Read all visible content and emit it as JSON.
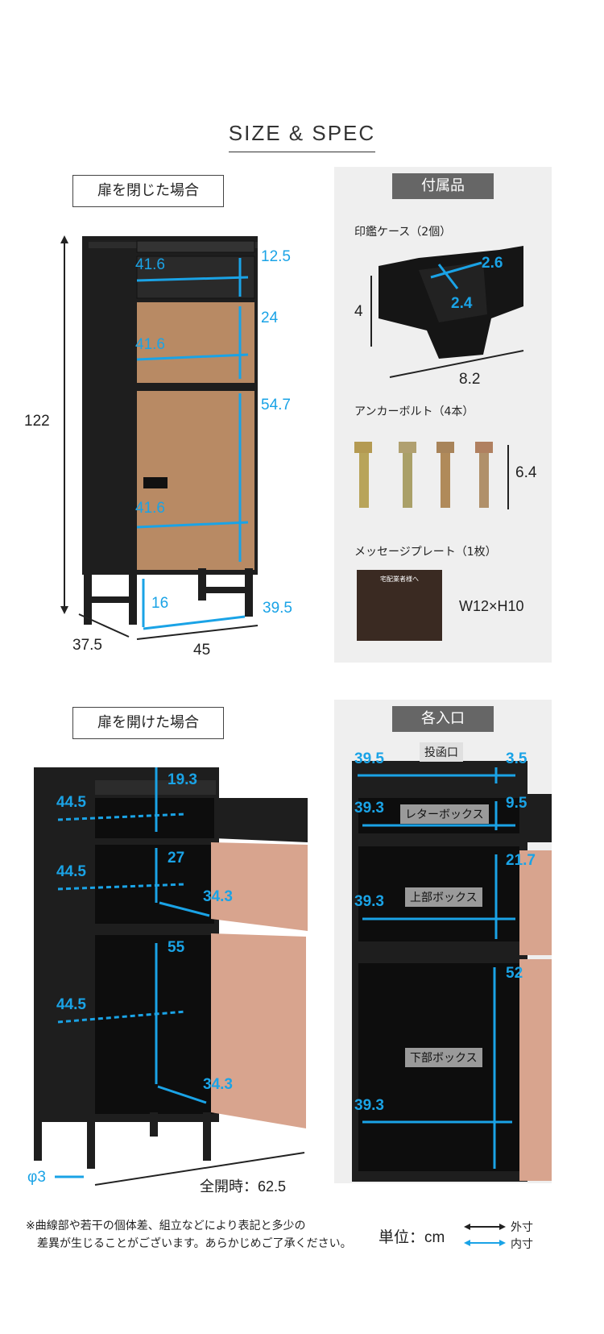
{
  "title": "SIZE & SPEC",
  "closed": {
    "label": "扉を閉じた場合",
    "height_total": "122",
    "widths": [
      "41.6",
      "41.6",
      "41.6"
    ],
    "heights": [
      "12.5",
      "24",
      "54.7"
    ],
    "leg": "16",
    "base_depth": "39.5",
    "depth": "37.5",
    "width": "45"
  },
  "accessories": {
    "label": "付属品",
    "case_label": "印鑑ケース（2個）",
    "case_h": "4",
    "case_w1": "2.6",
    "case_w2": "2.4",
    "case_len": "8.2",
    "bolt_label": "アンカーボルト（4本）",
    "bolt_len": "6.4",
    "plate_label": "メッセージプレート（1枚）",
    "plate_size": "W12×H10",
    "plate_title": "宅配業者様へ"
  },
  "open": {
    "label": "扉を開けた場合",
    "widths": [
      "44.5",
      "44.5",
      "44.5"
    ],
    "heights": [
      "19.3",
      "27",
      "55"
    ],
    "door_depths": [
      "34.3",
      "34.3"
    ],
    "pipe": "φ3",
    "full_open": "全開時：62.5"
  },
  "entrances": {
    "label": "各入口",
    "slot_label": "投函口",
    "slot_w": "39.5",
    "slot_h": "3.5",
    "letter_label": "レターボックス",
    "letter_w": "39.3",
    "letter_h": "9.5",
    "upper_label": "上部ボックス",
    "upper_w": "39.3",
    "upper_h": "21.7",
    "lower_label": "下部ボックス",
    "lower_w": "39.3",
    "lower_h": "52"
  },
  "footer": {
    "note1": "※曲線部や若干の個体差、組立などにより表記と多少の",
    "note2": "差異が生じることがございます。あらかじめご了承ください。",
    "unit": "単位：cm",
    "outer": "外寸",
    "inner": "内寸"
  },
  "colors": {
    "accent": "#1aa3e6",
    "cabinet": "#1e1e1e",
    "wood": "#b88a64",
    "panel": "#efefef"
  }
}
